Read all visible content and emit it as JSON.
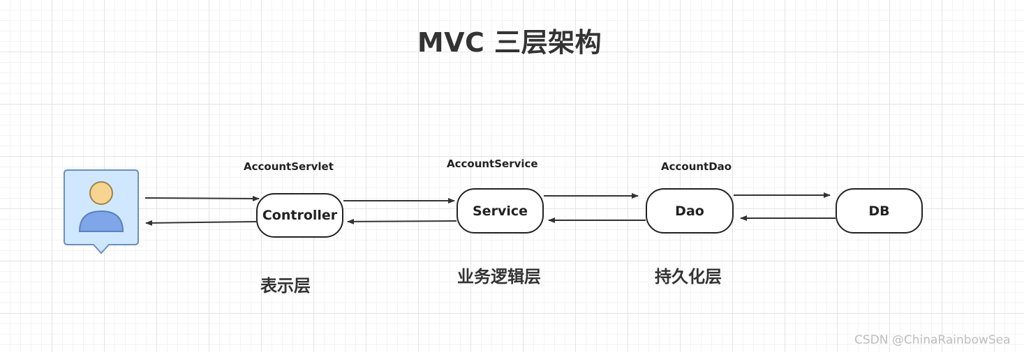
{
  "diagram": {
    "title": "MVC 三层架构",
    "nodes": {
      "controller": "Controller",
      "service": "Service",
      "dao": "Dao",
      "db": "DB"
    },
    "class_labels": {
      "servlet": "AccountServlet",
      "service": "AccountService",
      "dao": "AccountDao"
    },
    "layer_labels": {
      "presentation": "表示层",
      "business": "业务逻辑层",
      "persistence": "持久化层"
    },
    "icons": {
      "user": "user-icon"
    },
    "colors": {
      "user_fill": "#cfe8ff",
      "user_border": "#6c8ebf",
      "head_fill": "#f7d58e",
      "head_border": "#a0824a",
      "body_fill": "#7ea6e8",
      "arrow": "#333333"
    }
  },
  "watermark": "CSDN @ChinaRainbowSea"
}
